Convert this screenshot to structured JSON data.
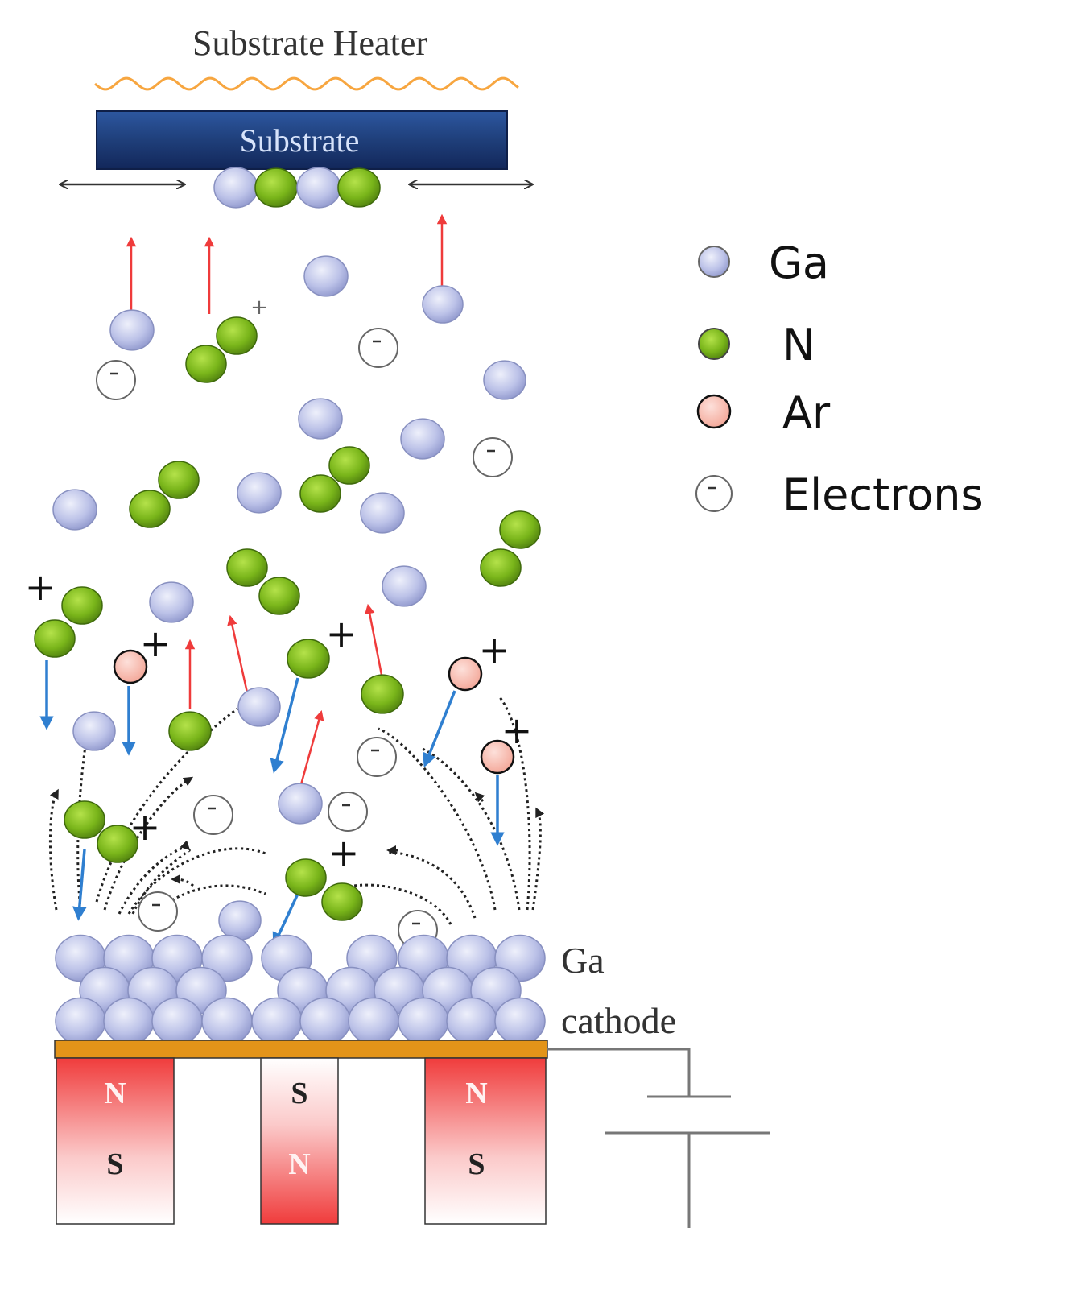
{
  "labels": {
    "heater": "Substrate Heater",
    "substrate": "Substrate",
    "target_top": "Ga",
    "target_bottom": "cathode",
    "plus": "+",
    "minus": "-"
  },
  "magnets": [
    {
      "top": "N",
      "bottom": "S"
    },
    {
      "top": "S",
      "bottom": "N"
    },
    {
      "top": "N",
      "bottom": "S"
    }
  ],
  "legend": [
    {
      "label": "Ga",
      "kind": "ga"
    },
    {
      "label": "N",
      "kind": "n"
    },
    {
      "label": "Ar",
      "kind": "ar"
    },
    {
      "label": "Electrons",
      "kind": "electron"
    }
  ],
  "colors": {
    "heater": "#f7a640",
    "substrate": "#1f3f77",
    "ga_atom": "#b7bde6",
    "n_atom": "#7fbf1f",
    "ar_atom": "#f6b0a4",
    "red_arrow": "#ef3b3b",
    "blue_arrow": "#2f7fd0",
    "cathode_plate": "#e39419",
    "magnet_red": "#f03c3c"
  }
}
